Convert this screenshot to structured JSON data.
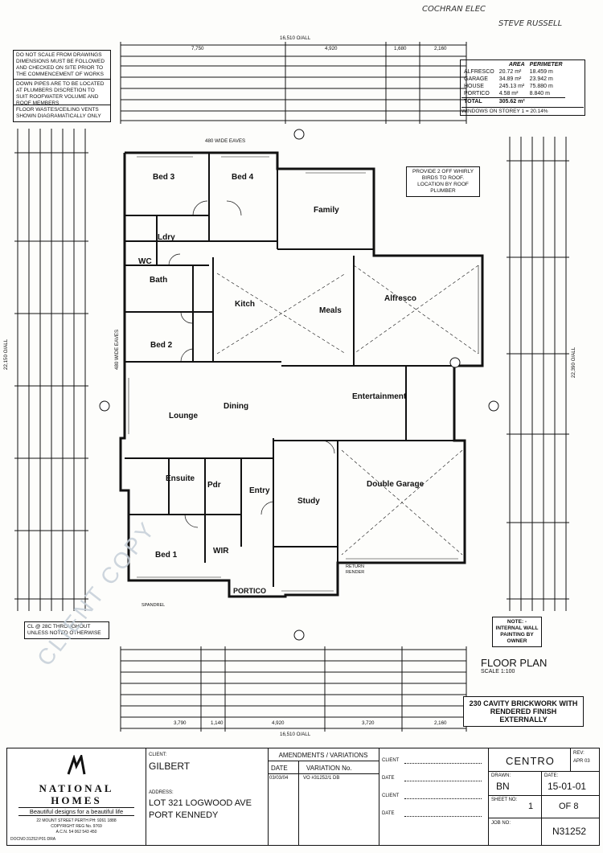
{
  "handwritten": {
    "top_right": "COCHRAN ELEC",
    "signature": "STEVE RUSSELL"
  },
  "notes": {
    "general_1": "DO NOT SCALE FROM DRAWINGS DIMENSIONS MUST BE FOLLOWED AND CHECKED ON SITE PRIOR TO THE COMMENCEMENT OF WORKS",
    "general_2": "DOWN PIPES ARE TO BE LOCATED AT PLUMBERS DISCRETION TO SUIT ROOFWATER VOLUME AND ROOF MEMBERS",
    "general_3": "FLOOR WASTES/CEILING VENTS SHOWN DIAGRAMATICALLY ONLY",
    "ceiling": "CL @ 28c THROUGHOUT UNLESS NOTED OTHERWISE",
    "whirly": "PROVIDE 2 OFF WHIRLY BIRDS TO ROOF. LOCATION BY ROOF PLUMBER",
    "internal_wall": "NOTE: - INTERNAL WALL PAINTING BY OWNER",
    "brickwork": "230 CAVITY BRICKWORK WITH RENDERED FINISH EXTERNALLY"
  },
  "area_table": {
    "headers": [
      "AREA",
      "PERIMETER"
    ],
    "rows": [
      {
        "name": "ALFRESCO",
        "area": "20.72 m²",
        "perimeter": "18.459 m"
      },
      {
        "name": "GARAGE",
        "area": "34.89 m²",
        "perimeter": "23.942 m"
      },
      {
        "name": "HOUSE",
        "area": "245.13 m²",
        "perimeter": "75.880 m"
      },
      {
        "name": "PORTICO",
        "area": "4.58 m²",
        "perimeter": "8.840 m"
      },
      {
        "name": "TOTAL",
        "area": "305.62 m²",
        "perimeter": ""
      }
    ],
    "windows": "WINDOWS ON STOREY 1 = 20.14%"
  },
  "rooms": {
    "bed3": "Bed 3",
    "bed4": "Bed 4",
    "family": "Family",
    "ldry": "Ldry",
    "wc": "WC",
    "bath": "Bath",
    "kitch": "Kitch",
    "meals": "Meals",
    "alfresco": "Alfresco",
    "bed2": "Bed 2",
    "dining": "Dining",
    "lounge": "Lounge",
    "entertainment": "Entertainment",
    "ensuite": "Ensuite",
    "pdr": "Pdr",
    "entry": "Entry",
    "study": "Study",
    "double_garage": "Double Garage",
    "bed1": "Bed 1",
    "wir": "WIR",
    "portico": "PORTICO"
  },
  "dimensions": {
    "top_overall": "16,510 O/ALL",
    "top_row": [
      "7,750",
      "4,920",
      "1,680",
      "2,160"
    ],
    "left_overall": "22,150 O/ALL",
    "right_overall": "22,390 O/ALL",
    "bottom_overall": "16,510 O/ALL",
    "bottom_row": [
      "3,790",
      "1,140",
      "4,920",
      "3,720",
      "2,160"
    ],
    "eaves_top": "480 WIDE EAVES",
    "eaves_side": "480 WIDE EAVES"
  },
  "labels": {
    "floor_plan": "FLOOR PLAN",
    "scale": "SCALE 1:100",
    "client_copy": "CLIENT COPY",
    "spandrel": "SPANDREL",
    "return_render": "RETURN RENDER"
  },
  "title_block": {
    "company_1": "NATIONAL",
    "company_2": "HOMES",
    "tagline": "Beautiful designs for a beautiful life",
    "address_line1": "22 MOUNT STREET PERTH PH: 9261 1888",
    "address_line2": "COPYRIGHT   REG No. 9769",
    "address_line3": "A.C.N. 54 062 543 450",
    "doc_no": "DOCNO:31252:P01:DRA",
    "client_label": "CLIENT:",
    "client_name": "GILBERT",
    "address_label": "ADDRESS:",
    "site_address_1": "LOT 321 LOGWOOD AVE",
    "site_address_2": "PORT KENNEDY",
    "amendments_title": "AMENDMENTS / VARIATIONS",
    "amend_date_h": "DATE",
    "amend_var_h": "VARIATION No.",
    "amend_date": "03/03/04",
    "amend_var": "VO #31252/1 DB",
    "client_sig_rows": [
      "CLIENT",
      "DATE",
      "CLIENT",
      "DATE"
    ],
    "design": "CENTRO",
    "rev_label": "REV:",
    "rev_value": "APR 03",
    "drawn_label": "DRAWN:",
    "drawn_value": "BN",
    "date_label": "DATE:",
    "date_value": "15-01-01",
    "sheet_label": "SHEET No:",
    "sheet_value": "1",
    "sheet_of": "OF 8",
    "job_label": "JOB No:",
    "job_value": "N31252"
  }
}
